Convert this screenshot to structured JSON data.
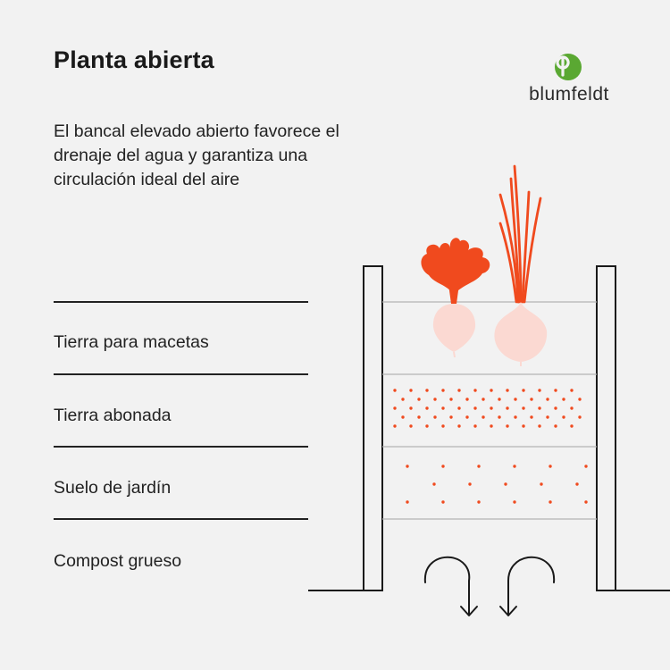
{
  "title": "Planta abierta",
  "description": "El bancal elevado abierto favorece el drenaje del agua y garantiza una circulación ideal del aire",
  "brand": {
    "name": "blumfeldt",
    "icon": "b-leaf-logo-icon",
    "colors": {
      "logo_green": "#5aa832",
      "accent_orange": "#f04a1e",
      "bulb_pink": "#fbd9d2"
    }
  },
  "layers": [
    {
      "label": "Tierra para macetas"
    },
    {
      "label": "Tierra abonada"
    },
    {
      "label": "Suelo de jardín"
    },
    {
      "label": "Compost grueso"
    }
  ],
  "icons": [
    "beet-icon",
    "onion-icon",
    "air-circulation-arrows-icon"
  ]
}
